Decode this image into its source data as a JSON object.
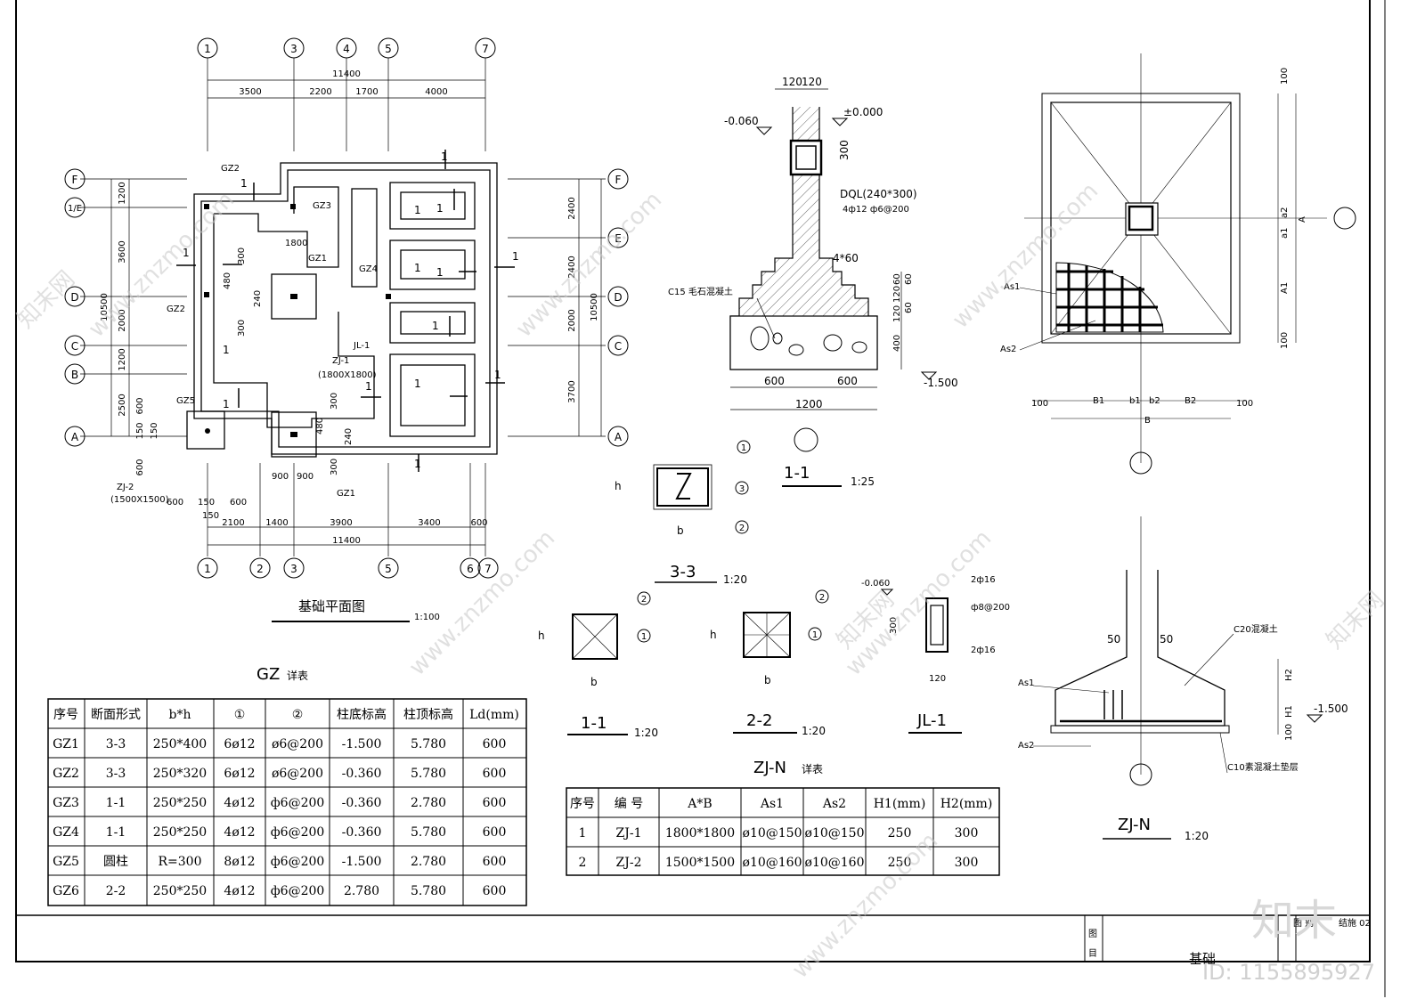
{
  "axes": {
    "top_labels": [
      "1",
      "3",
      "4",
      "5",
      "7"
    ],
    "bottom_labels": [
      "1",
      "2",
      "3",
      "5",
      "6",
      "7"
    ],
    "bottom_right_pair": "67",
    "left_labels": [
      "F",
      "1/E",
      "D",
      "C",
      "B",
      "A"
    ],
    "right_labels": [
      "F",
      "E",
      "D",
      "C",
      "A"
    ]
  },
  "plan": {
    "title": "基础平面图",
    "scale": "1:100",
    "top_total": "11400",
    "top_dims": [
      "3500",
      "2200",
      "1700",
      "4000"
    ],
    "bottom_total": "11400",
    "bottom_dims": [
      "2100",
      "1400",
      "3900",
      "3400",
      "600"
    ],
    "bottom_small": [
      "600",
      "150",
      "600",
      "150"
    ],
    "left_total": "10500",
    "left_dims": [
      "1200",
      "3600",
      "2000",
      "1200",
      "2500"
    ],
    "left_small": [
      "600",
      "150",
      "150",
      "600"
    ],
    "right_total": "10500",
    "right_dims": [
      "2400",
      "2400",
      "2000",
      "3700"
    ],
    "inner_dims": [
      "1800",
      "300",
      "480",
      "240",
      "300",
      "300",
      "480",
      "240",
      "300",
      "900",
      "900"
    ],
    "section_mark": "1",
    "labels": {
      "gz1": "GZ1",
      "gz2": "GZ2",
      "gz3": "GZ3",
      "gz4": "GZ4",
      "gz5": "GZ5",
      "jl1": "JL-1",
      "zj1": "ZJ-1",
      "zj1_size": "(1800X1800)",
      "zj2": "ZJ-2",
      "zj2_size": "(1500X1500)"
    }
  },
  "sec11": {
    "title": "1-1",
    "scale": "1:25",
    "top_dims": [
      "120",
      "120"
    ],
    "elev_top": "-0.060",
    "elev_zero": "±0.000",
    "beam_h": "300",
    "beam_label": "DQL(240*300)",
    "beam_rebar": "4ф12  ф6@200",
    "step": "4*60",
    "concrete": "C15 毛石混凝土",
    "right_dims": [
      "60",
      "60",
      "120",
      "60",
      "120",
      "400"
    ],
    "elev_bottom": "-1.500",
    "bottom_dims": [
      "600",
      "600"
    ],
    "bottom_total": "1200"
  },
  "sec33": {
    "title": "3-3",
    "scale": "1:20",
    "h": "h",
    "b": "b",
    "marks": [
      "1",
      "3",
      "2"
    ]
  },
  "sec11s": {
    "title": "1-1",
    "scale": "1:20",
    "h": "h",
    "b": "b",
    "marks": [
      "2",
      "1"
    ]
  },
  "sec22": {
    "title": "2-2",
    "scale": "1:20",
    "h": "h",
    "b": "b",
    "marks": [
      "2",
      "1"
    ]
  },
  "jl1": {
    "title": "JL-1",
    "elev": "-0.060",
    "top_bar": "2ф16",
    "stirrup": "ф8@200",
    "bottom_bar": "2ф16",
    "h": "300",
    "w": "120"
  },
  "footing_plan": {
    "dims_right": [
      "100",
      "a2",
      "a1",
      "A1",
      "100",
      "A"
    ],
    "labels_left": [
      "As1",
      "As2"
    ],
    "dims_bottom": [
      "100",
      "B1",
      "b1",
      "b2",
      "B2",
      "100"
    ],
    "total": "B"
  },
  "zjn": {
    "title": "ZJ-N",
    "scale": "1:20",
    "dims_top": [
      "50",
      "50"
    ],
    "concrete": "C20混凝土",
    "labels_left": [
      "As1",
      "As2"
    ],
    "dims_right": [
      "H2",
      "H1",
      "100"
    ],
    "elev": "-1.500",
    "cushion": "C10素混凝土垫层"
  },
  "gz_table": {
    "title": "GZ",
    "title_suffix": "详表",
    "headers": [
      "序号",
      "断面形式",
      "b*h",
      "①",
      "②",
      "柱底标高",
      "柱顶标高",
      "Ld(mm)"
    ],
    "rows": [
      [
        "GZ1",
        "3-3",
        "250*400",
        "6ø12",
        "ø6@200",
        "-1.500",
        "5.780",
        "600"
      ],
      [
        "GZ2",
        "3-3",
        "250*320",
        "6ø12",
        "ø6@200",
        "-0.360",
        "5.780",
        "600"
      ],
      [
        "GZ3",
        "1-1",
        "250*250",
        "4ø12",
        "ф6@200",
        "-0.360",
        "2.780",
        "600"
      ],
      [
        "GZ4",
        "1-1",
        "250*250",
        "4ø12",
        "ф6@200",
        "-0.360",
        "5.780",
        "600"
      ],
      [
        "GZ5",
        "圆柱",
        "R=300",
        "8ø12",
        "ф6@200",
        "-1.500",
        "2.780",
        "600"
      ],
      [
        "GZ6",
        "2-2",
        "250*250",
        "4ø12",
        "ф6@200",
        "2.780",
        "5.780",
        "600"
      ]
    ]
  },
  "zj_table": {
    "title": "ZJ-N",
    "title_suffix": "详表",
    "headers": [
      "序号",
      "编 号",
      "A*B",
      "As1",
      "As2",
      "H1(mm)",
      "H2(mm)"
    ],
    "rows": [
      [
        "1",
        "ZJ-1",
        "1800*1800",
        "ø10@150",
        "ø10@150",
        "250",
        "300"
      ],
      [
        "2",
        "ZJ-2",
        "1500*1500",
        "ø10@160",
        "ø10@160",
        "250",
        "300"
      ]
    ]
  },
  "title_block": {
    "drawing_name": "基础",
    "label_tu": "图",
    "label_mu": "目",
    "label_tubie": "图 别",
    "drawing_no": "结施 02"
  },
  "watermark": {
    "text": "www.znzmo.com",
    "brand": "知末网",
    "logo": "知末",
    "id": "ID: 1155895927"
  }
}
